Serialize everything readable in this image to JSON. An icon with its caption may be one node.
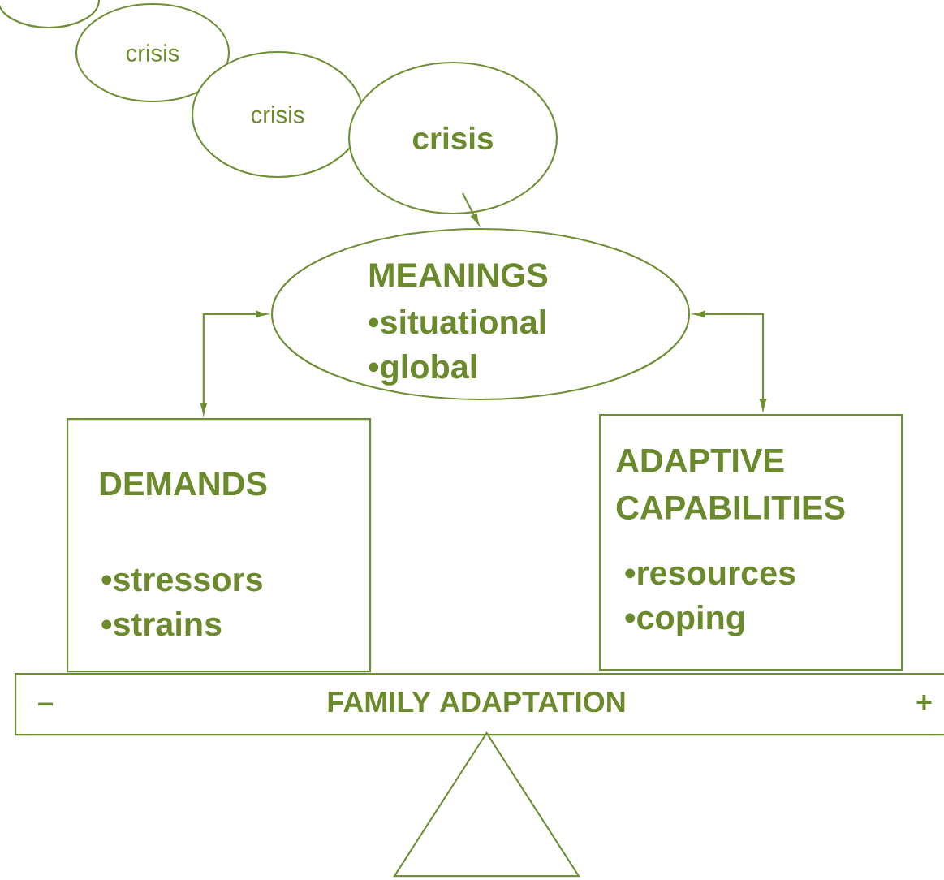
{
  "diagram": {
    "nodes": [
      {
        "text": [],
        "shape": "circle"
      },
      {
        "text": [
          "crisis"
        ]
      },
      {
        "text": [
          "crisis"
        ]
      },
      {
        "text": [
          "crisis"
        ]
      },
      {
        "text": [
          "MEANINGS",
          "•situational",
          "•global"
        ]
      },
      {
        "text": [
          "DEMANDS",
          "•stressors",
          "•strains"
        ]
      },
      {
        "text": [
          "ADAPTIVE CAPABILITIES",
          "•resources",
          "•coping"
        ]
      },
      {
        "text": [
          "–",
          "FAMILY ADAPTATION",
          "+"
        ]
      },
      {
        "text": [],
        "shape": "triangle"
      }
    ],
    "edges": [
      {
        "from": 3,
        "to": 4,
        "arrow": "to"
      },
      {
        "from": 4,
        "to": 5,
        "arrow": "both"
      },
      {
        "from": 4,
        "to": 6,
        "arrow": "both"
      }
    ]
  }
}
